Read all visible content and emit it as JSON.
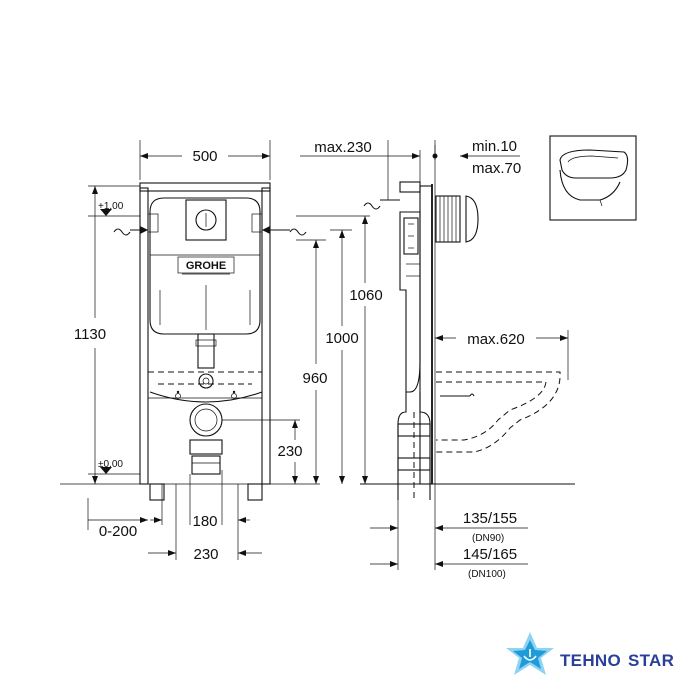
{
  "dimensions": {
    "frame_width": "500",
    "max_depth": "max.230",
    "wall_min": "min.10",
    "wall_max": "max.70",
    "plus_level": "+1,00",
    "zero_level": "±0,00",
    "total_height": "1130",
    "h1060": "1060",
    "h1000": "1000",
    "h960": "960",
    "h230": "230",
    "bowl_max": "max.620",
    "offset": "0-200",
    "w180": "180",
    "w230": "230",
    "dn90_val": "135/155",
    "dn90_lbl": "(DN90)",
    "dn100_val": "145/165",
    "dn100_lbl": "(DN100)"
  },
  "brand": {
    "frame_logo": "GROHE",
    "watermark_a": "TEHNO",
    "watermark_b": "STAR"
  },
  "colors": {
    "line": "#111111",
    "logo_blue": "#2a3f99",
    "star_light": "#8fd3f4",
    "star_dark": "#1f9bd7"
  }
}
